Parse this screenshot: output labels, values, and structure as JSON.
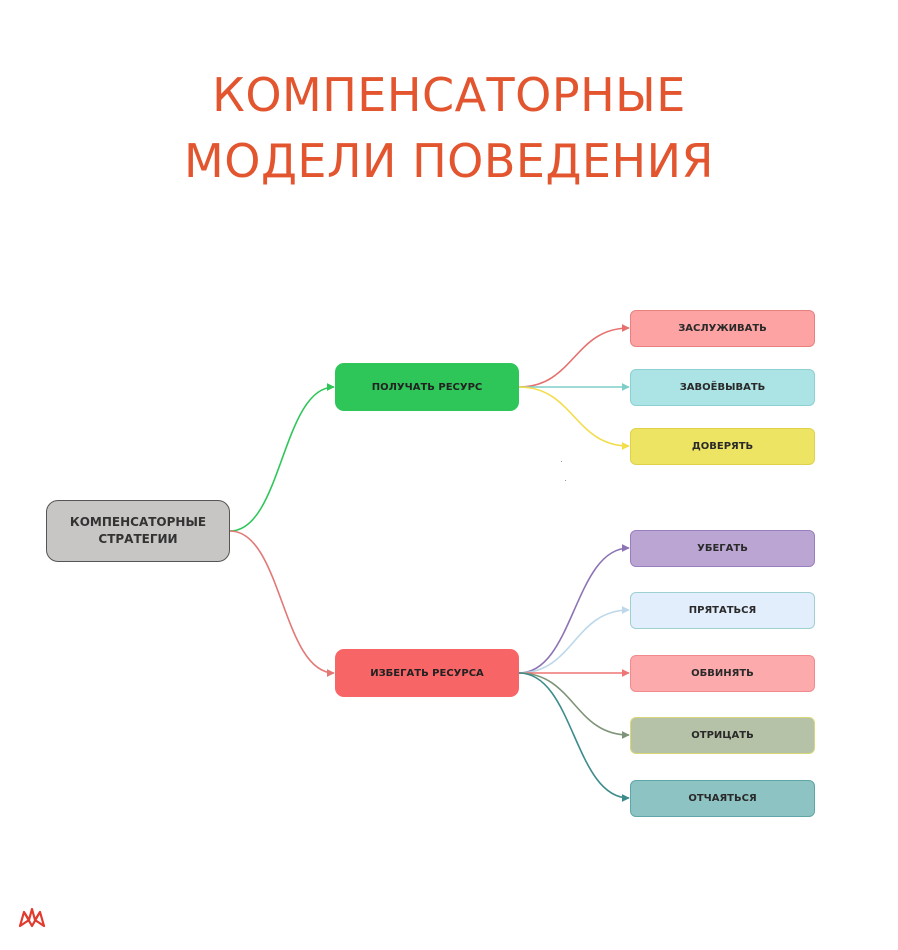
{
  "title": {
    "line1": "КОМПЕНСАТОРНЫЕ",
    "line2": "МОДЕЛИ ПОВЕДЕНИЯ"
  },
  "root": {
    "label": "КОМПЕНСАТОРНЫЕ СТРАТЕГИИ",
    "color": "#c8c6c5"
  },
  "branches": [
    {
      "label": "ПОЛУЧАТЬ РЕСУРС",
      "color": "#2fc659",
      "connector_color": "#2fc659",
      "children": [
        {
          "label": "ЗАСЛУЖИВАТЬ",
          "fill": "#fda3a3",
          "border": "#e88080",
          "line": "#e6706d"
        },
        {
          "label": "ЗАВОЁВЫВАТЬ",
          "fill": "#ace3e4",
          "border": "#8cd0d1",
          "line": "#7fcfc9"
        },
        {
          "label": "ДОВЕРЯТЬ",
          "fill": "#ede463",
          "border": "#dfd24a",
          "line": "#f2dd4a"
        }
      ]
    },
    {
      "label": "ИЗБЕГАТЬ РЕСУРСА",
      "color": "#f86566",
      "connector_color": "#e27877",
      "children": [
        {
          "label": "УБЕГАТЬ",
          "fill": "#bba6d3",
          "border": "#9a7fc0",
          "line": "#8d74b5"
        },
        {
          "label": "ПРЯТАТЬСЯ",
          "fill": "#e2eefc",
          "border": "#9fd0d0",
          "line": "#bcd8ea"
        },
        {
          "label": "ОБВИНЯТЬ",
          "fill": "#fdaaad",
          "border": "#f08a8e",
          "line": "#ef7574"
        },
        {
          "label": "ОТРИЦАТЬ",
          "fill": "#b5c2a7",
          "border": "#d9d77a",
          "line": "#7e9478"
        },
        {
          "label": "ОТЧАЯТЬСЯ",
          "fill": "#8ec3c3",
          "border": "#5fa6a8",
          "line": "#3c8c8b"
        }
      ]
    }
  ],
  "logo": {
    "name": "crown-logo-icon",
    "color": "#e23a2e"
  }
}
